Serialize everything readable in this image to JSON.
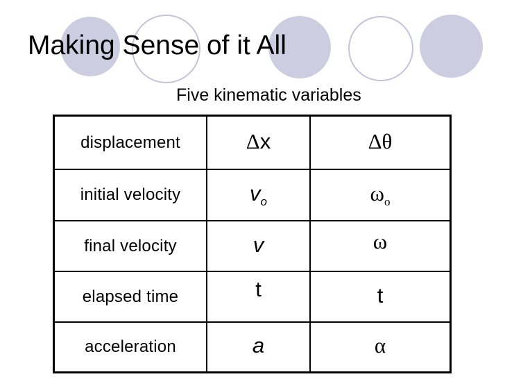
{
  "slide": {
    "title": "Making Sense of it All",
    "subtitle": "Five kinematic variables"
  },
  "table": {
    "rows": [
      {
        "label": "displacement",
        "linear": {
          "greek": "Δ",
          "latin": "x",
          "sub": ""
        },
        "angular": {
          "greek": "Δθ",
          "latin": "",
          "sub": ""
        }
      },
      {
        "label": "initial velocity",
        "linear": {
          "greek": "",
          "latin": "v",
          "sub": "o"
        },
        "angular": {
          "greek": "ω",
          "latin": "",
          "sub": "o"
        }
      },
      {
        "label": "final velocity",
        "linear": {
          "greek": "",
          "latin": "v",
          "sub": ""
        },
        "angular": {
          "greek": "ω",
          "latin": "",
          "sub": ""
        }
      },
      {
        "label": "elapsed time",
        "linear": {
          "greek": "",
          "latin": "t",
          "sub": ""
        },
        "angular": {
          "greek": "",
          "latin": "t",
          "sub": ""
        }
      },
      {
        "label": "acceleration",
        "linear": {
          "greek": "",
          "latin": "a",
          "sub": ""
        },
        "angular": {
          "greek": "α",
          "latin": "",
          "sub": ""
        }
      }
    ]
  },
  "colors": {
    "background": "#ffffff",
    "circle_fill": "#cdcde1",
    "circle_outline": "#c3c3d9",
    "text": "#000000",
    "table_border": "#000000"
  },
  "decor": {
    "circle_styles": [
      "filled",
      "outlined",
      "filled",
      "outlined",
      "filled"
    ]
  }
}
